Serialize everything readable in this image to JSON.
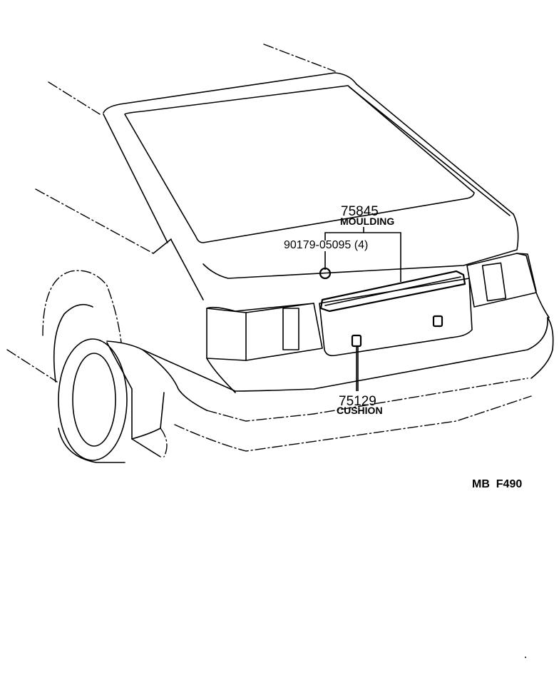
{
  "labels": {
    "moulding_number": "75845",
    "moulding_name": "MOULDING",
    "screw_part": "90179-05095 (4)",
    "cushion_number": "75129",
    "cushion_name": "CUSHION",
    "diagram_code": "MB  F490"
  }
}
